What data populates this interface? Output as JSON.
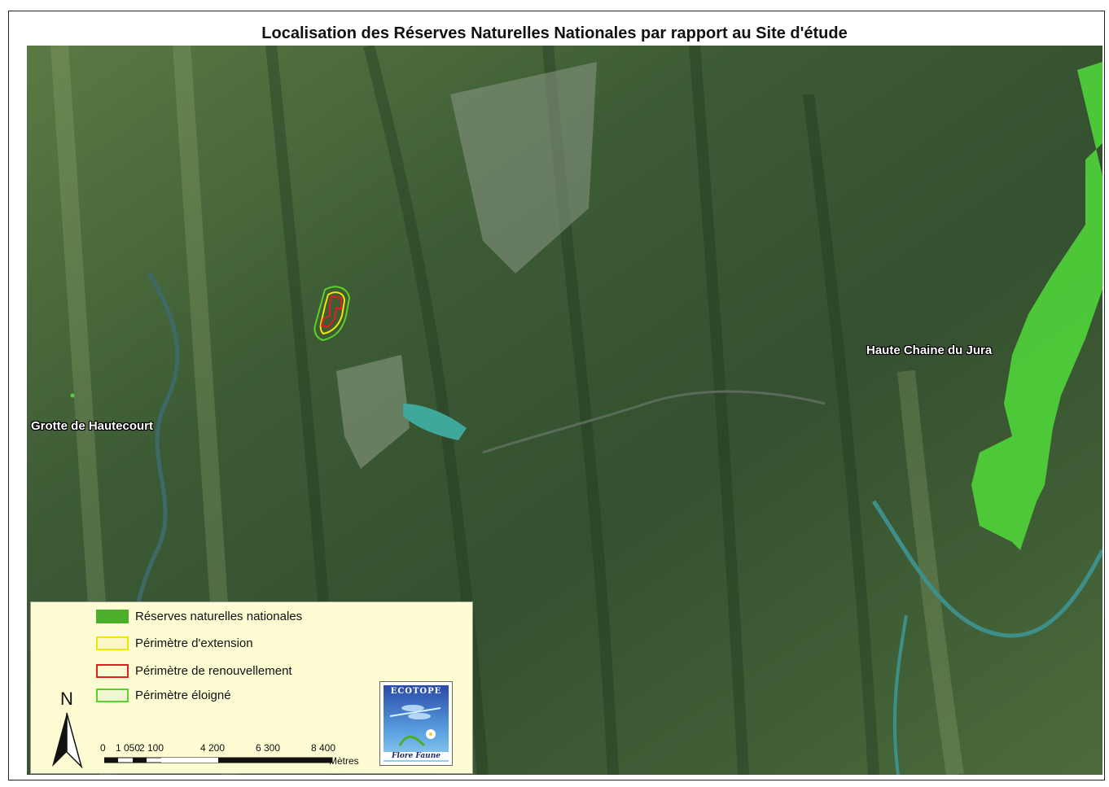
{
  "title": "Localisation des Réserves Naturelles Nationales par rapport au Site d'étude",
  "map_labels": {
    "haute_chaine": "Haute Chaine du Jura",
    "grotte": "Grotte de Hautecourt"
  },
  "legend": {
    "items": [
      {
        "label": "Réserves naturelles nationales",
        "color": "#4caf2a"
      },
      {
        "label": "Périmètre d'extension",
        "color": "#f2e600"
      },
      {
        "label": "Périmètre de renouvellement",
        "color": "#e02020"
      },
      {
        "label": "Périmètre éloigné",
        "color": "#5ccf2a"
      }
    ]
  },
  "north_arrow": {
    "letter": "N"
  },
  "scale_bar": {
    "ticks": [
      "0",
      "1 050",
      "2 100",
      "4 200",
      "6 300",
      "8 400"
    ],
    "unit": "Mètres"
  },
  "logo": {
    "top_text": "ECOTOPE",
    "bottom_text": "Flore Faune"
  },
  "colors": {
    "reserve_fill": "#4fd13a",
    "lake": "#3fa89a",
    "river": "#3d8f8a",
    "terrain_dark": "#2c4a2a",
    "terrain_light": "#6f8f55"
  }
}
